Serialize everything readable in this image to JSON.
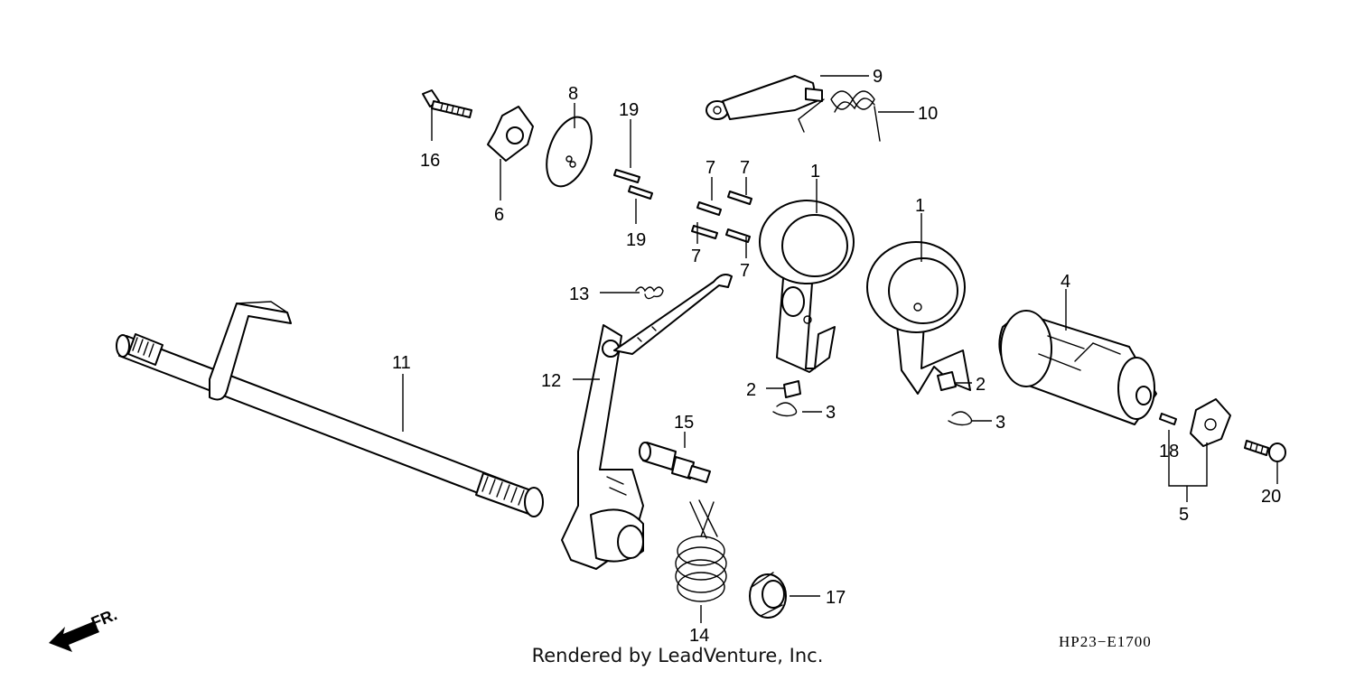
{
  "diagram": {
    "diagram_code": "HP23−E1700",
    "front_marker": "FR.",
    "credit": "Rendered by LeadVenture, Inc.",
    "callouts": {
      "c1a": "1",
      "c1b": "1",
      "c2a": "2",
      "c2b": "2",
      "c3a": "3",
      "c3b": "3",
      "c4": "4",
      "c5": "5",
      "c6": "6",
      "c7a": "7",
      "c7b": "7",
      "c7c": "7",
      "c7d": "7",
      "c8": "8",
      "c9": "9",
      "c10": "10",
      "c11": "11",
      "c12": "12",
      "c13": "13",
      "c14": "14",
      "c15": "15",
      "c16": "16",
      "c17": "17",
      "c18": "18",
      "c19a": "19",
      "c19b": "19",
      "c20": "20"
    }
  }
}
